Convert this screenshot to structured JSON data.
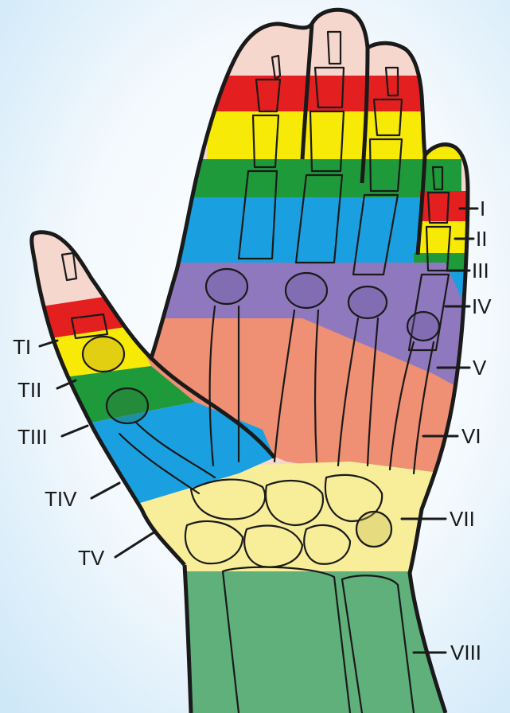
{
  "colors": {
    "background_glow": "#cfe8f8",
    "skin": "#f6d7ce",
    "zone_I": "#e41f1f",
    "zone_II": "#f7ea06",
    "zone_III": "#1f9a3a",
    "zone_IV": "#1aa0e0",
    "zone_V": "#8f78be",
    "zone_VI": "#ef8f74",
    "zone_VII": "#f8ee9a",
    "zone_VIII": "#5fb07a",
    "outline": "#1a1a1a"
  },
  "finger_zones": [
    "I",
    "II",
    "III",
    "IV",
    "V",
    "VI",
    "VII",
    "VIII"
  ],
  "thumb_zones": [
    "TI",
    "TII",
    "TIII",
    "TIV",
    "TV"
  ]
}
